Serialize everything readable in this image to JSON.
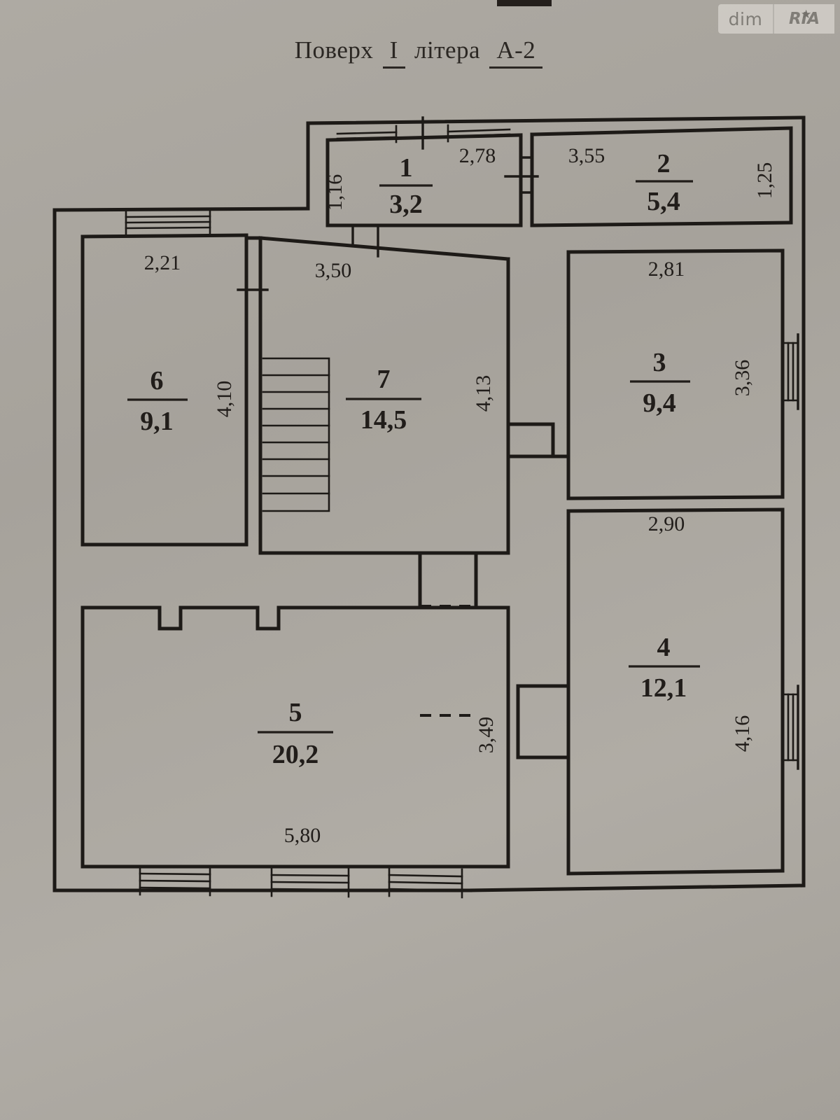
{
  "watermark": {
    "left_label": "dim",
    "right_label": "RIA",
    "star": "★"
  },
  "title": {
    "prefix": "Поверх",
    "floor": "I",
    "middle": "літера",
    "letter": "А-2"
  },
  "colors": {
    "paper": "#a8a49d",
    "ink": "#1d1a17",
    "watermark_box": "#cfccc6"
  },
  "rooms": [
    {
      "number": "1",
      "area": "3,2",
      "width_dim": "2,78",
      "height_dim": "1,16"
    },
    {
      "number": "2",
      "area": "5,4",
      "width_dim": "3,55",
      "height_dim": "1,25"
    },
    {
      "number": "3",
      "area": "9,4",
      "width_dim": "2,81",
      "height_dim": "3,36"
    },
    {
      "number": "4",
      "area": "12,1",
      "width_dim": "2,90",
      "height_dim": "4,16"
    },
    {
      "number": "5",
      "area": "20,2",
      "width_dim": "5,80",
      "height_dim": "3,49"
    },
    {
      "number": "6",
      "area": "9,1",
      "width_dim": "2,21",
      "height_dim": "4,10"
    },
    {
      "number": "7",
      "area": "14,5",
      "width_dim": "3,50",
      "height_dim": "4,13"
    }
  ],
  "dimensions": {
    "d_1_16": "1,16",
    "d_2_78": "2,78",
    "d_3_55": "3,55",
    "d_1_25": "1,25",
    "d_2_21": "2,21",
    "d_3_50": "3,50",
    "d_2_81": "2,81",
    "d_4_10": "4,10",
    "d_4_13": "4,13",
    "d_3_36": "3,36",
    "d_2_90": "2,90",
    "d_3_49": "3,49",
    "d_4_16": "4,16",
    "d_5_80": "5,80"
  },
  "features": {
    "staircase_label": "staircase",
    "step_count": 9
  }
}
